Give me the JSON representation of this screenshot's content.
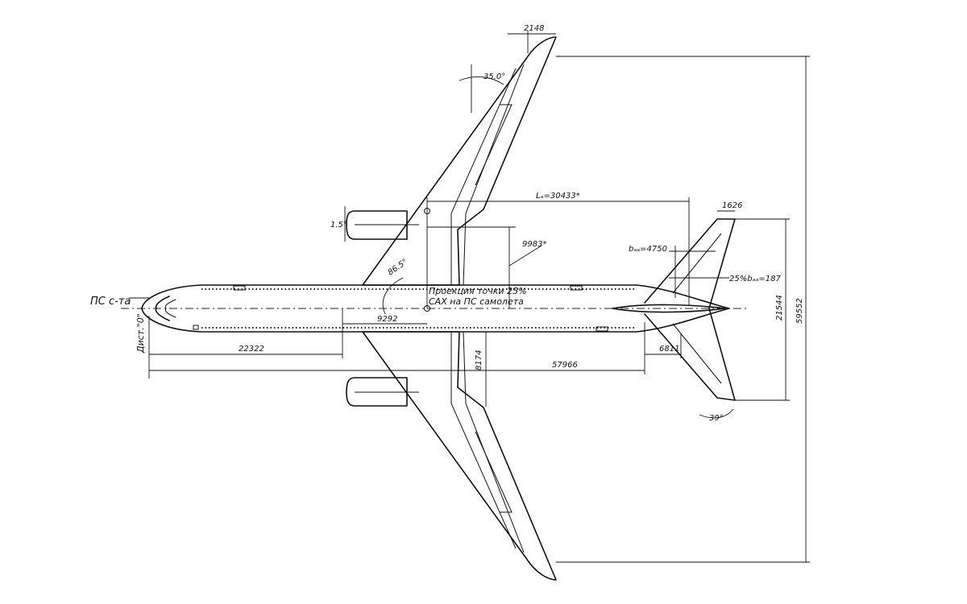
{
  "labels": {
    "nose_ref": "ПС с-та",
    "station_zero": "Дист.\"0\"",
    "mac_projection_1": "Проекция точки 25%",
    "mac_projection_2": "САХ на ПС самолета",
    "wingtip_width": "2148",
    "wing_sweep": "35.0°",
    "mac_length": "Lₐ=30433*",
    "engine_angle": "1.5°",
    "mac_offset": "9983*",
    "wing_root_angle": "86.5°",
    "fuselage_9292": "9292",
    "fuselage_22322": "22322",
    "fuselage_57966": "57966",
    "gear_8174": "8174",
    "stab_tip": "1626",
    "stab_mac": "bₐₐ=4750",
    "stab_mac_25": "25%bₐₐ=187",
    "stab_offset": "6811",
    "stab_span": "21544",
    "wing_span": "59552",
    "stab_sweep": "39°"
  }
}
